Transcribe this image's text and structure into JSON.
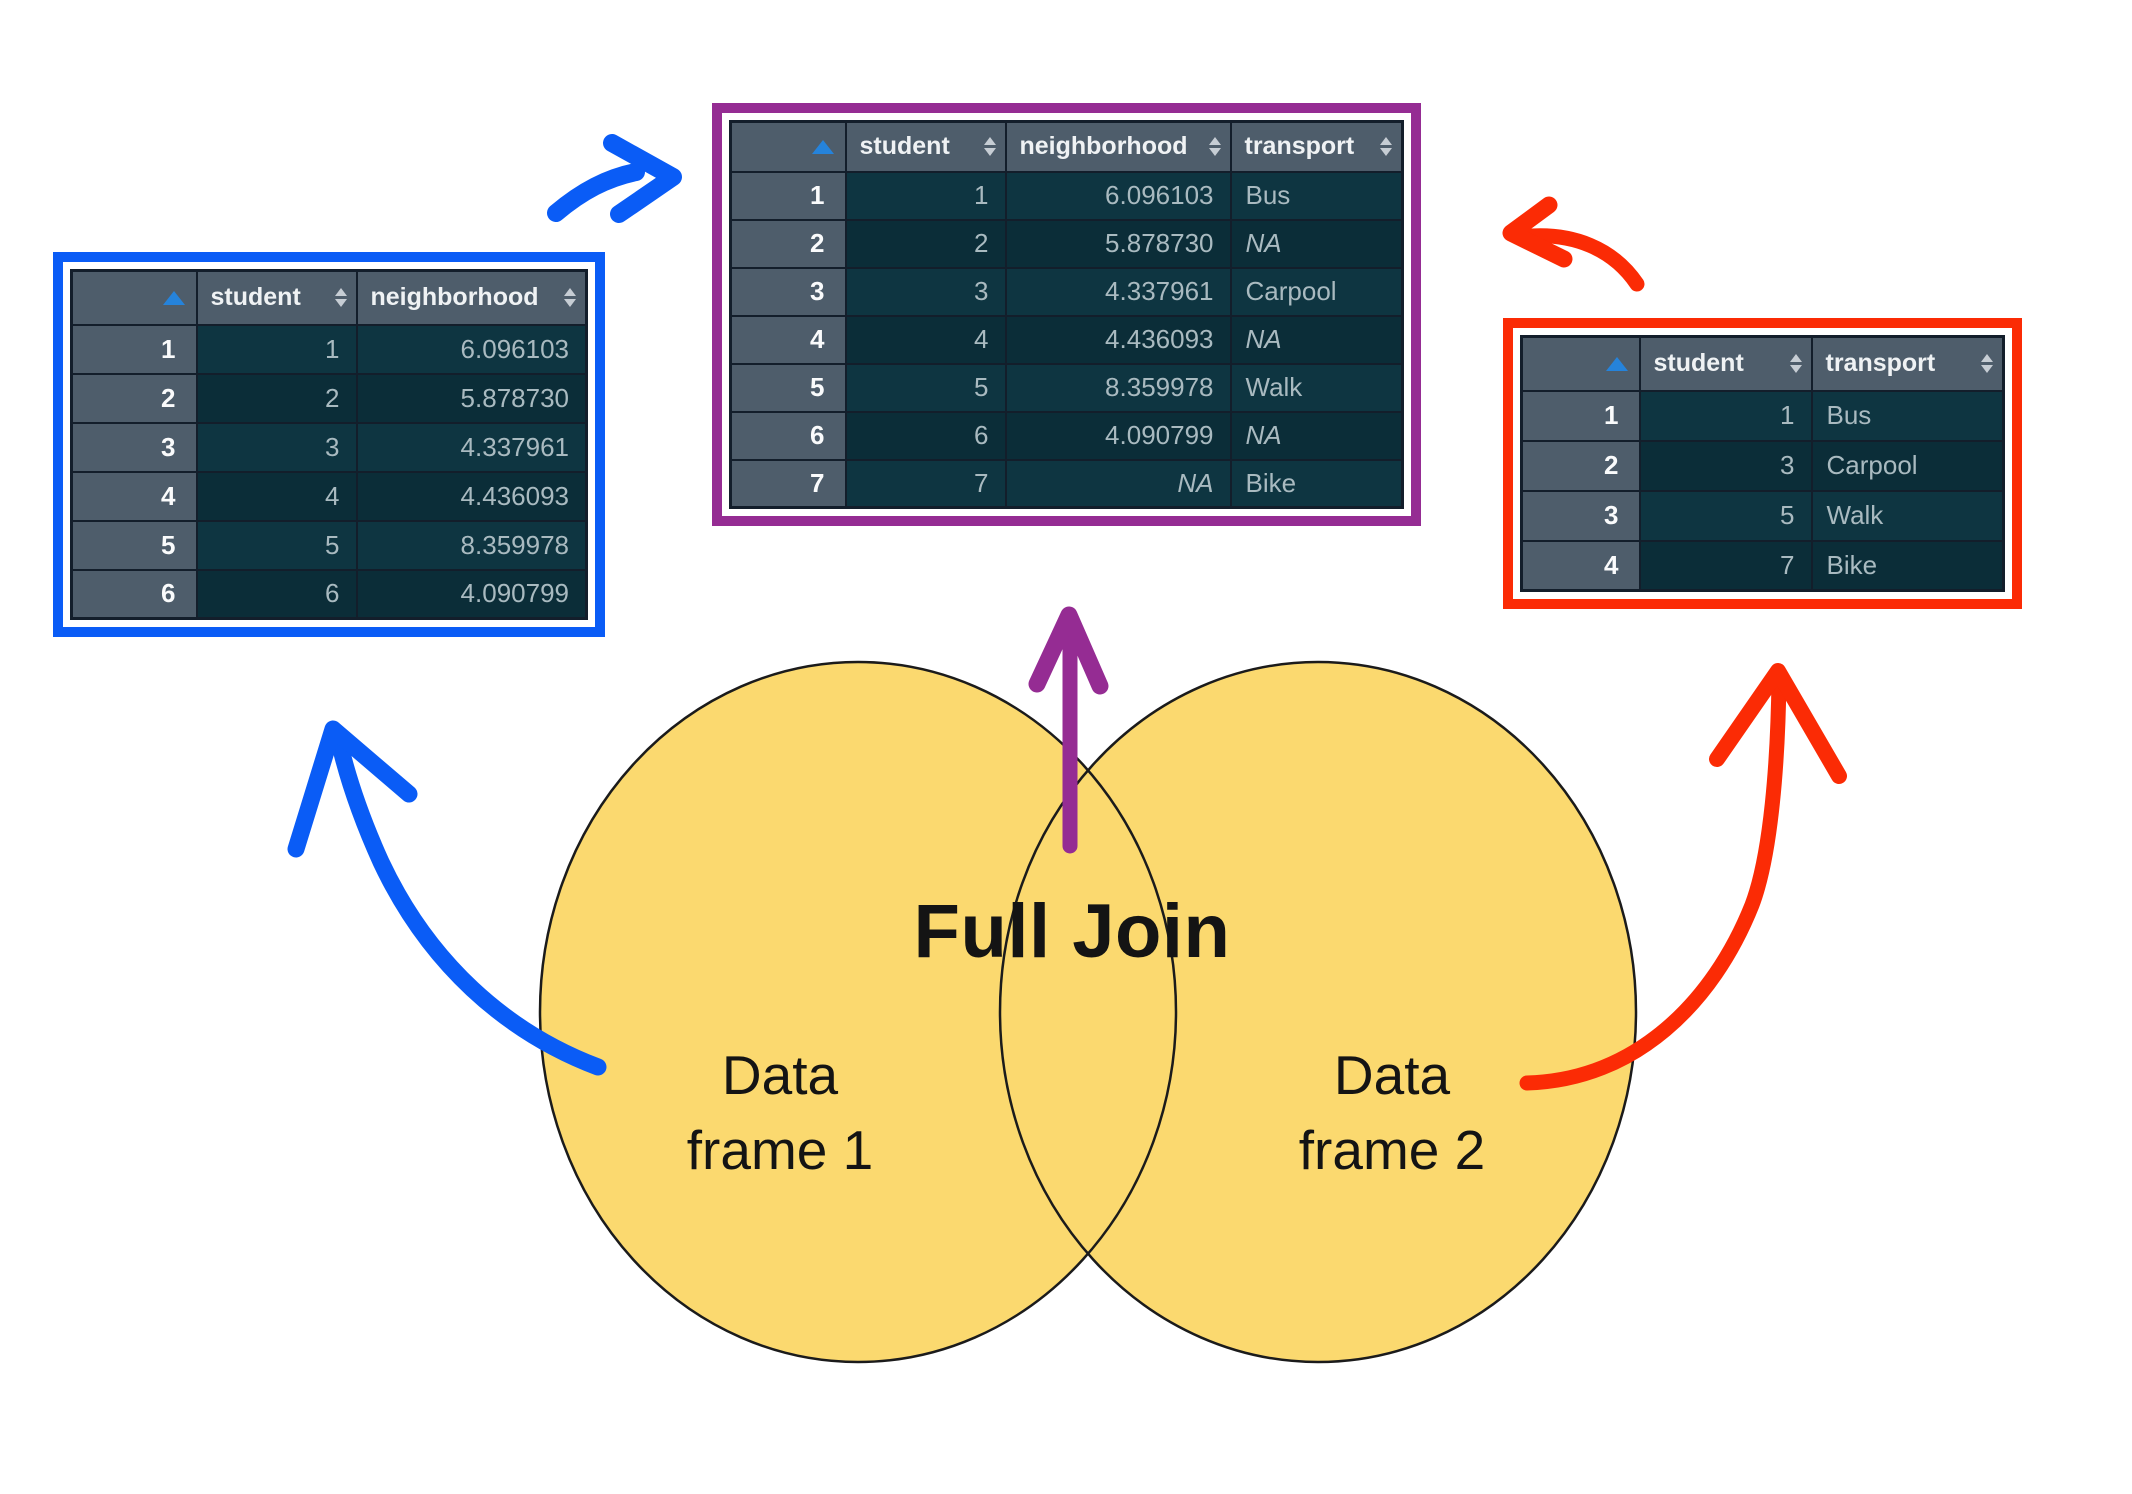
{
  "venn": {
    "join_label": "Full Join",
    "left_label": "Data frame 1",
    "right_label": "Data frame 2"
  },
  "colors": {
    "blue": "#0A5CF6",
    "purple": "#952C93",
    "red": "#FB2B05",
    "venn_yellow": "#FBD96F",
    "header_bg": "#4E5D6B",
    "row_odd": "#0E3541",
    "row_even": "#0B2D38",
    "cell_border": "#131E2B",
    "header_text": "#EFF2F4",
    "data_text": "#A9BAC0",
    "sort_active": "#2583DB",
    "sort_inactive": "#C6CDD4"
  },
  "icons": {
    "row_index_sort": "triangle-up-blue",
    "column_sort": "triangle-up-down-grey"
  },
  "tables": {
    "df1": {
      "headers": [
        "student",
        "neighborhood"
      ],
      "rows": [
        [
          "1",
          "1",
          "6.096103"
        ],
        [
          "2",
          "2",
          "5.878730"
        ],
        [
          "3",
          "3",
          "4.337961"
        ],
        [
          "4",
          "4",
          "4.436093"
        ],
        [
          "5",
          "5",
          "8.359978"
        ],
        [
          "6",
          "6",
          "4.090799"
        ]
      ]
    },
    "full_join": {
      "headers": [
        "student",
        "neighborhood",
        "transport"
      ],
      "rows": [
        [
          "1",
          "1",
          "6.096103",
          "Bus"
        ],
        [
          "2",
          "2",
          "5.878730",
          "NA"
        ],
        [
          "3",
          "3",
          "4.337961",
          "Carpool"
        ],
        [
          "4",
          "4",
          "4.436093",
          "NA"
        ],
        [
          "5",
          "5",
          "8.359978",
          "Walk"
        ],
        [
          "6",
          "6",
          "4.090799",
          "NA"
        ],
        [
          "7",
          "7",
          "NA",
          "Bike"
        ]
      ]
    },
    "df2": {
      "headers": [
        "student",
        "transport"
      ],
      "rows": [
        [
          "1",
          "1",
          "Bus"
        ],
        [
          "2",
          "3",
          "Carpool"
        ],
        [
          "3",
          "5",
          "Walk"
        ],
        [
          "4",
          "7",
          "Bike"
        ]
      ]
    }
  }
}
